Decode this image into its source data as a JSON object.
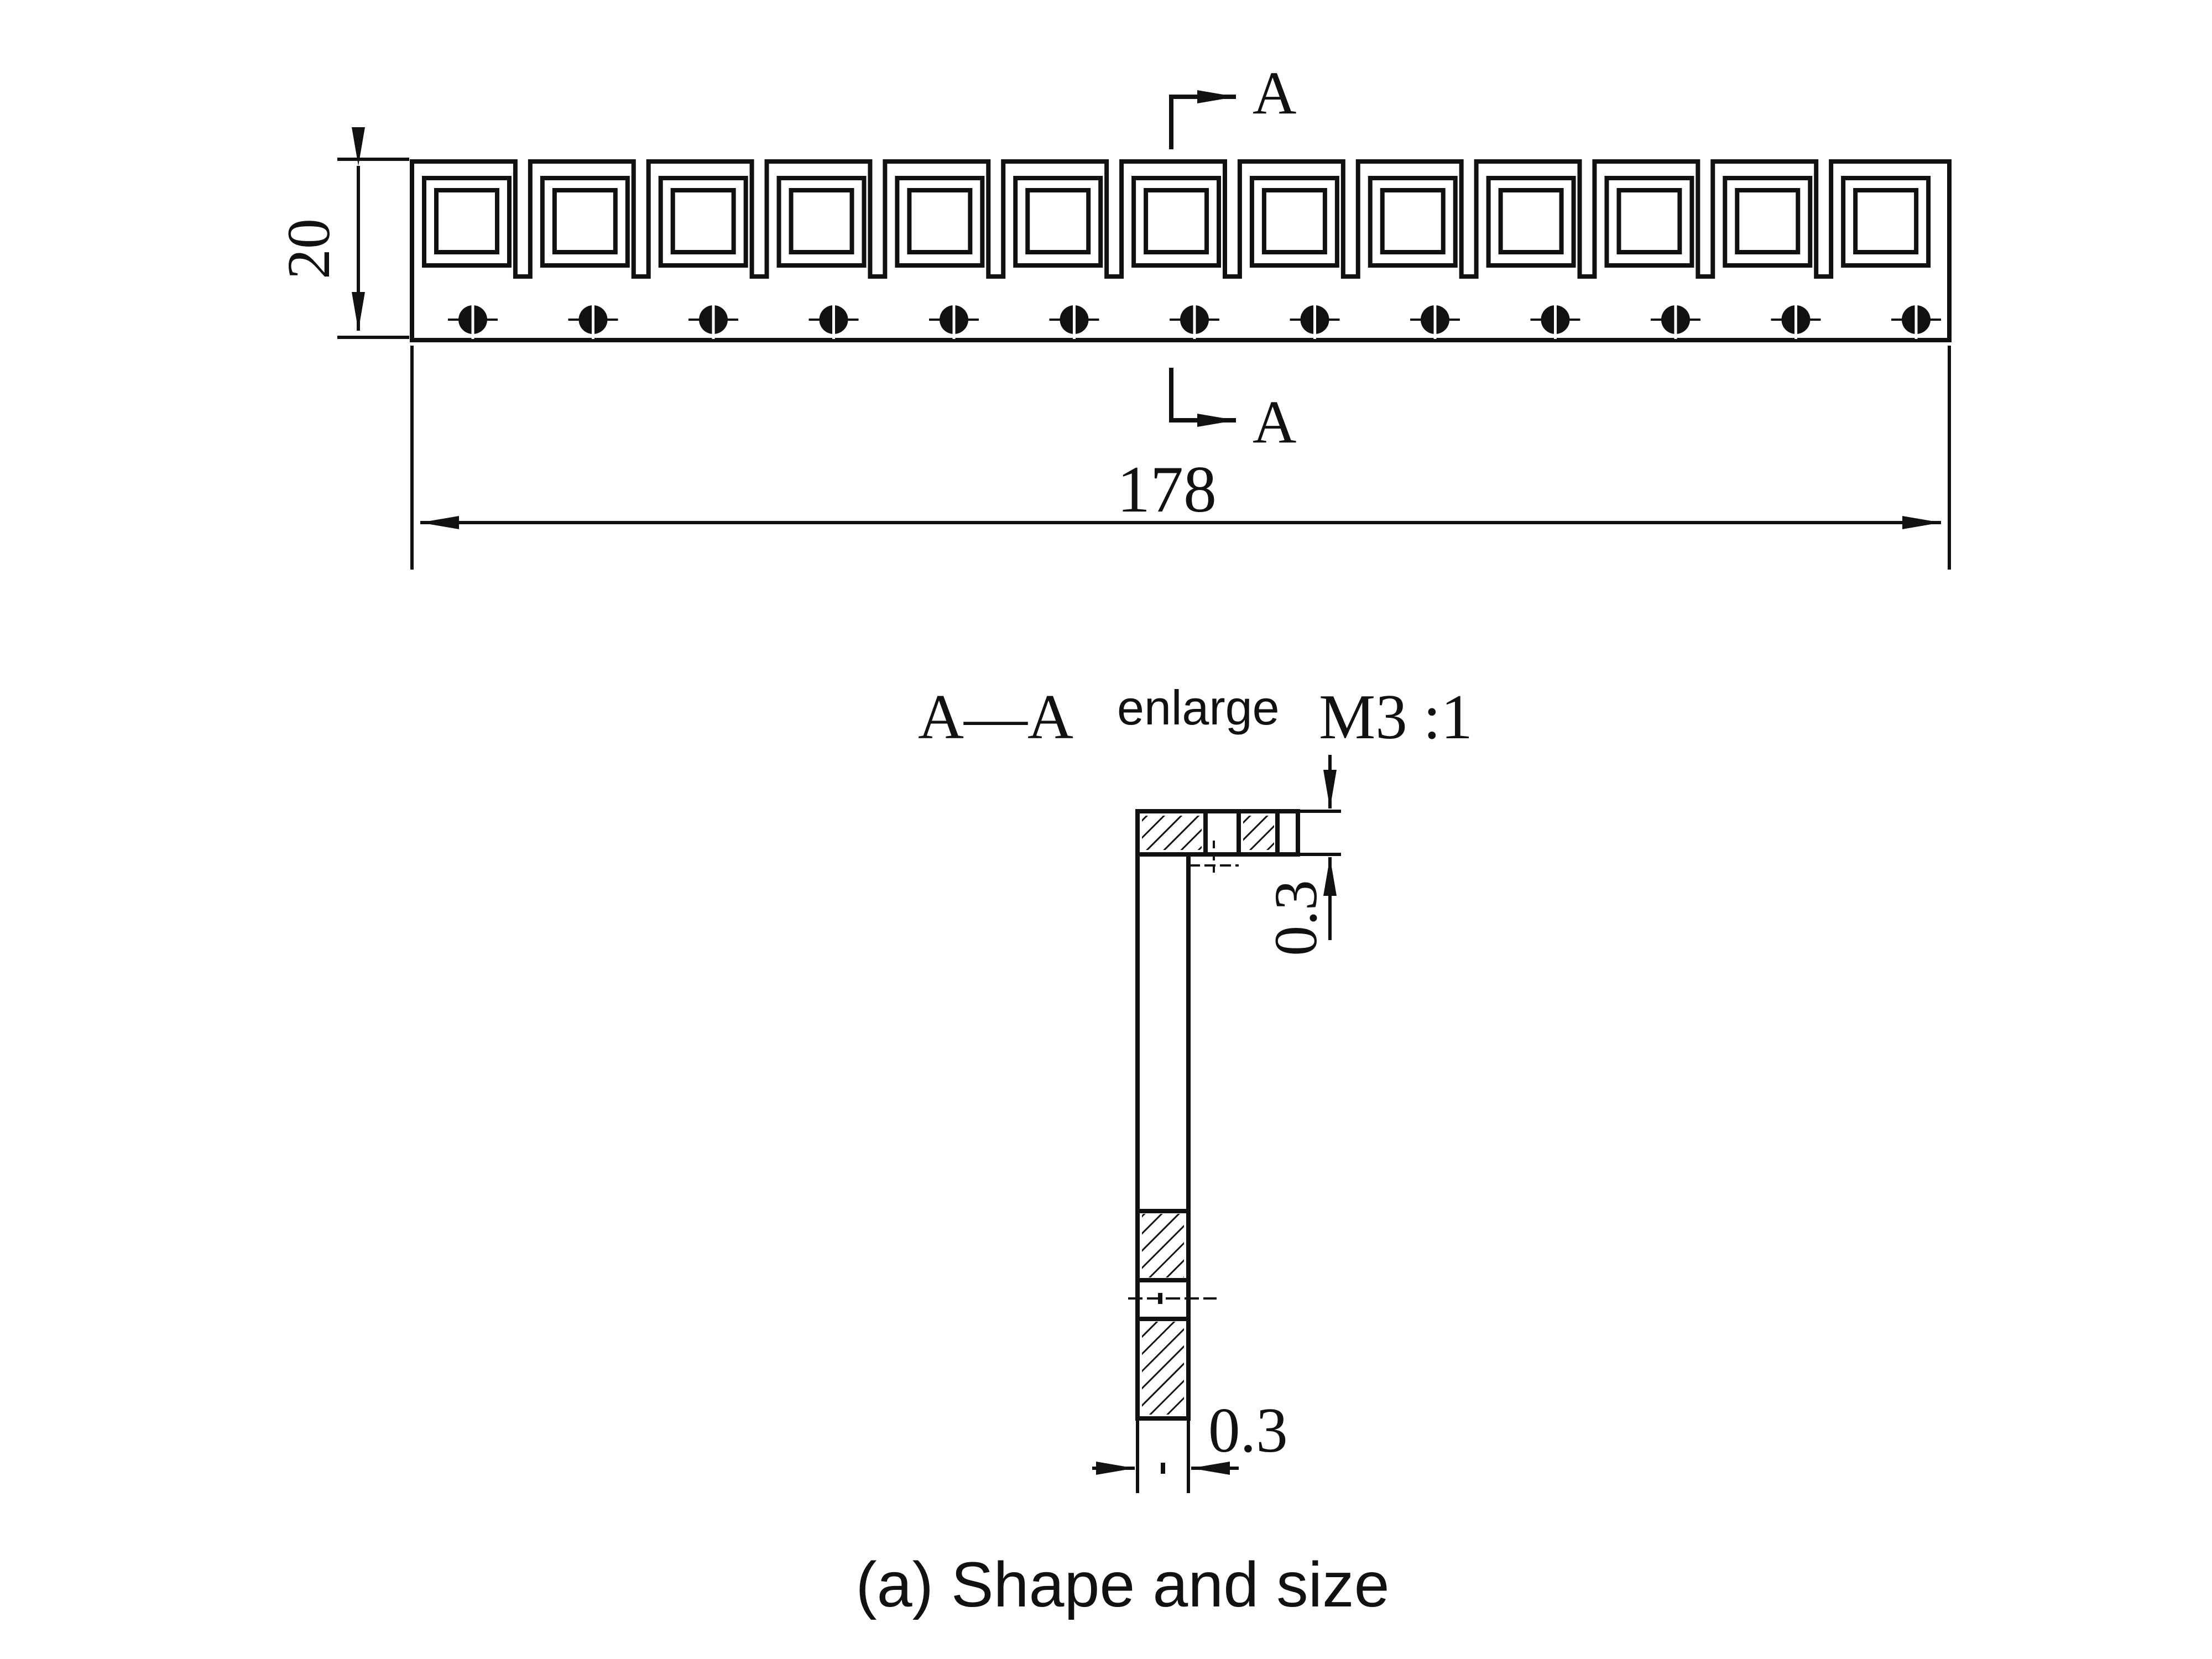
{
  "top_view": {
    "height_dim": "20",
    "length_dim": "178",
    "section_mark_top": "A",
    "section_mark_bottom": "A",
    "window_count": 13,
    "pilot_hole_count": 13
  },
  "section_view": {
    "title_left": "A—A",
    "title_enlarge": "enlarge",
    "title_scale": "M3 :1",
    "thickness_top": "0.3",
    "thickness_side": "0.3"
  },
  "caption": "(a) Shape and size",
  "colors": {
    "ink": "#111111",
    "paper": "#ffffff"
  }
}
